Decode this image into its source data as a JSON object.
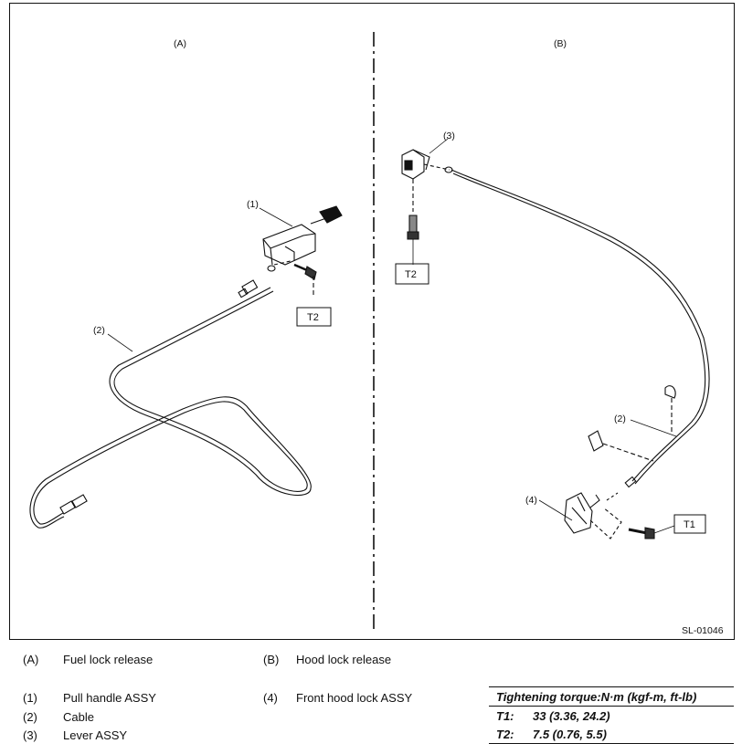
{
  "diagram": {
    "panel_a_label": "(A)",
    "panel_b_label": "(B)",
    "figure_code": "SL-01046",
    "callouts_a": {
      "n1": "(1)",
      "n2": "(2)",
      "t2": "T2"
    },
    "callouts_b": {
      "n3": "(3)",
      "n2": "(2)",
      "n4": "(4)",
      "t2": "T2",
      "t1": "T1"
    }
  },
  "legend": {
    "panels": [
      {
        "key": "(A)",
        "text": "Fuel lock release"
      },
      {
        "key": "(B)",
        "text": "Hood lock release"
      }
    ],
    "parts": [
      {
        "key": "(1)",
        "text": "Pull handle ASSY"
      },
      {
        "key": "(2)",
        "text": "Cable"
      },
      {
        "key": "(3)",
        "text": "Lever ASSY"
      },
      {
        "key": "(4)",
        "text": "Front hood lock ASSY"
      }
    ]
  },
  "torque": {
    "header": "Tightening torque:N·m (kgf-m, ft-lb)",
    "rows": [
      {
        "key": "T1:",
        "value": "33 (3.36, 24.2)"
      },
      {
        "key": "T2:",
        "value": "7.5 (0.76, 5.5)"
      }
    ]
  }
}
